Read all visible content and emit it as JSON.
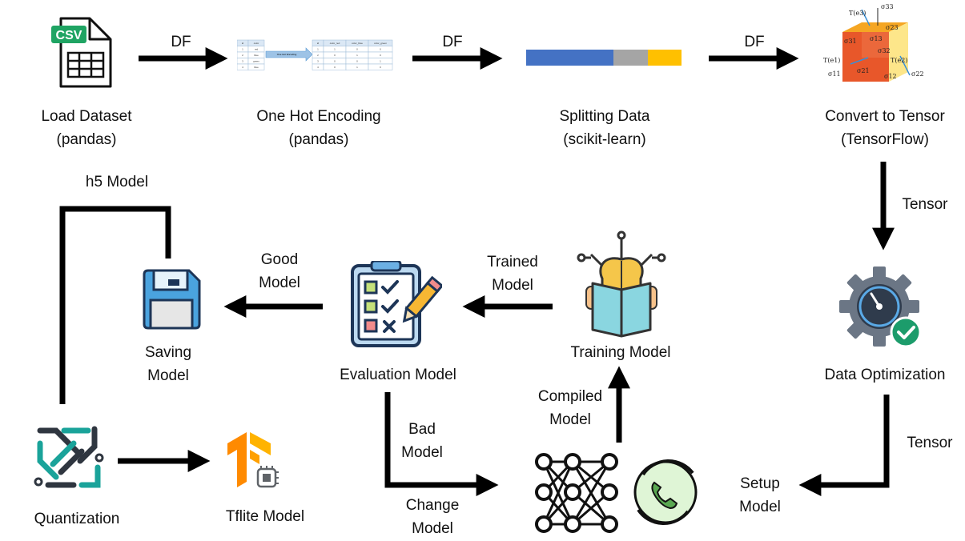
{
  "nodes": {
    "load": {
      "line1": "Load Dataset",
      "line2": "(pandas)",
      "badge": "CSV",
      "icon": "csv-file-icon"
    },
    "onehot": {
      "line1": "One Hot Encoding",
      "line2": "(pandas)",
      "icon": "one-hot-table-icon"
    },
    "split": {
      "line1": "Splitting Data",
      "line2": "(scikit-learn)",
      "icon": "split-bar-icon",
      "colors": [
        "#4472c4",
        "#a5a5a5",
        "#ffc000"
      ]
    },
    "tensor": {
      "line1": "Convert to Tensor",
      "line2": "(TensorFlow)",
      "icon": "stress-tensor-cube-icon"
    },
    "optimization": {
      "line1": "Data Optimization",
      "icon": "gear-gauge-check-icon"
    },
    "setup": {
      "line1": "Setup",
      "line2": "Model",
      "icon": "neural-network-icon"
    },
    "training": {
      "line1": "Training Model",
      "icon": "brain-book-icon"
    },
    "evaluation": {
      "line1": "Evaluation Model",
      "icon": "checklist-clipboard-icon"
    },
    "saving": {
      "line1": "Saving",
      "line2": "Model",
      "icon": "floppy-disk-icon"
    },
    "quantization": {
      "line1": "Quantization",
      "icon": "quantization-logo-icon"
    },
    "tflite": {
      "line1": "Tflite Model",
      "icon": "tensorflow-lite-icon"
    }
  },
  "edges": {
    "df1": "DF",
    "df2": "DF",
    "df3": "DF",
    "tensor1": "Tensor",
    "tensor2": "Tensor",
    "compiled": {
      "line1": "Compiled",
      "line2": "Model"
    },
    "trained": {
      "line1": "Trained",
      "line2": "Model"
    },
    "good": {
      "line1": "Good",
      "line2": "Model"
    },
    "bad": {
      "line1": "Bad",
      "line2": "Model"
    },
    "change": {
      "line1": "Change",
      "line2": "Model"
    },
    "h5": "h5 Model"
  },
  "tensor_labels": {
    "s33": "σ33",
    "s31": "σ31",
    "s13": "σ13",
    "s23": "σ23",
    "s32": "σ32",
    "s21": "σ21",
    "s12": "σ12",
    "s11": "σ11",
    "s22": "σ22",
    "t3": "T(e3)",
    "t1": "T(e1)",
    "t2": "T(e2)"
  },
  "onehot_table": {
    "left_header": [
      "id",
      "color"
    ],
    "left_rows": [
      [
        "1",
        "red"
      ],
      [
        "2",
        "blue"
      ],
      [
        "3",
        "green"
      ],
      [
        "4",
        "blue"
      ]
    ],
    "arrow_text": "One Hot Encoding",
    "right_header": [
      "id",
      "color_red",
      "color_blue",
      "color_green"
    ],
    "right_rows": [
      [
        "1",
        "1",
        "0",
        "0"
      ],
      [
        "2",
        "0",
        "1",
        "0"
      ],
      [
        "3",
        "0",
        "0",
        "1"
      ],
      [
        "4",
        "0",
        "1",
        "0"
      ]
    ]
  }
}
